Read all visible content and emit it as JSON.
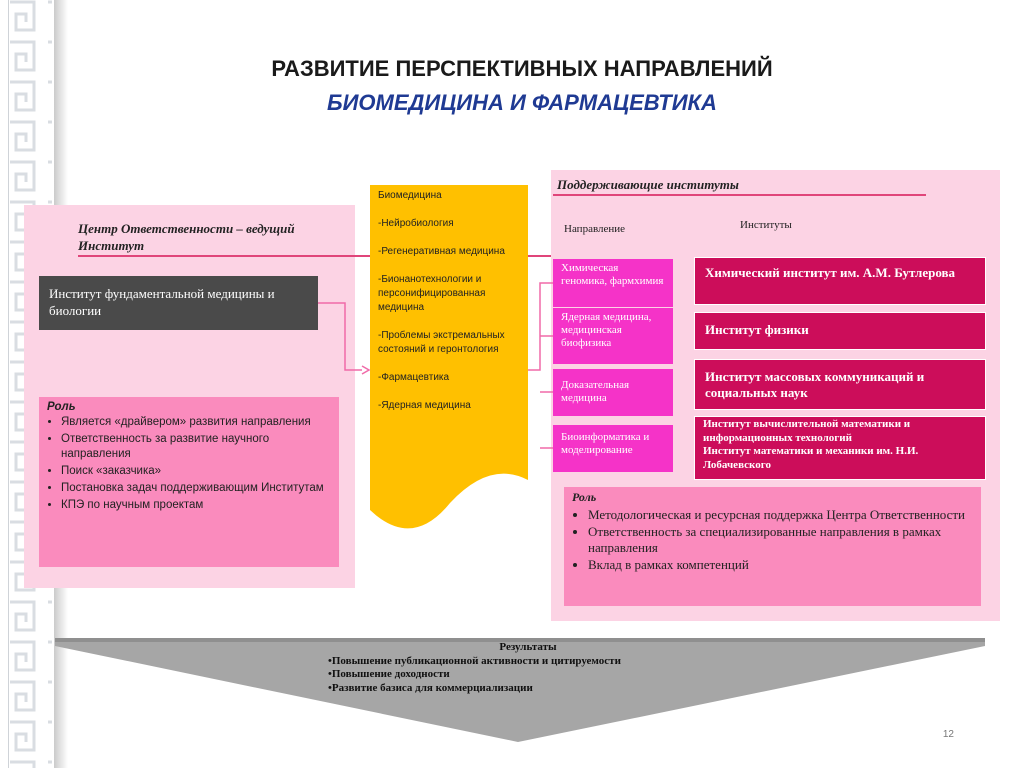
{
  "title_line1": "РАЗВИТИЕ ПЕРСПЕКТИВНЫХ НАПРАВЛЕНИЙ",
  "title_line2": "БИОМЕДИЦИНА И ФАРМАЦЕВТИКА",
  "left": {
    "center_label": "Центр Ответственности – ведущий Институт",
    "institute": "Институт фундаментальной медицины и биологии",
    "role_title": "Роль",
    "role_items": [
      "Является «драйвером» развития направления",
      "Ответственность за развитие научного направления",
      "Поиск «заказчика»",
      "Постановка задач поддерживающим Институтам",
      "КПЭ по научным проектам"
    ]
  },
  "biomed": {
    "title": "Биомедицина",
    "items": [
      "-Нейробиология",
      "-Регенеративная медицина",
      "-Бионанотехнологии и персонифицированная медицина",
      "-Проблемы экстремальных состояний и геронтология",
      "-Фармацевтика",
      "-Ядерная медицина"
    ]
  },
  "right": {
    "support_label": "Поддерживающие институты",
    "direction_header": "Направление",
    "institutes_header": "Институты",
    "directions": [
      "Химическая геномика, фармхимия",
      "Ядерная медицина, медицинская биофизика",
      "Доказательная медицина",
      "Биоинформатика и моделирование"
    ],
    "institutes": [
      "Химический институт им. А.М. Бутлерова",
      "Институт физики",
      "Институт массовых коммуникаций и социальных наук",
      "Институт вычислительной математики и информационных технологий",
      "Институт математики и механики им. Н.И. Лобачевского"
    ],
    "role_title": "Роль",
    "role_items": [
      "Методологическая и ресурсная поддержка Центра Ответственности",
      "Ответственность за специализированные направления в рамках направления",
      "Вклад в рамках компетенций"
    ]
  },
  "results": {
    "title": "Результаты",
    "items": [
      "•Повышение публикационной активности и цитируемости",
      "•Повышение доходности",
      "•Развитие базиса для коммерциализации"
    ]
  },
  "page_number": "12",
  "colors": {
    "panel_pink": "#fcd3e4",
    "role_pink": "#fa8bbd",
    "direction_magenta": "#f533c8",
    "institute_crimson": "#cc0d5a",
    "biomed_yellow": "#ffc000",
    "title_blue": "#1f3a93",
    "dark_box": "#4a4a4a",
    "arrow_gray": "#a6a6a6"
  }
}
